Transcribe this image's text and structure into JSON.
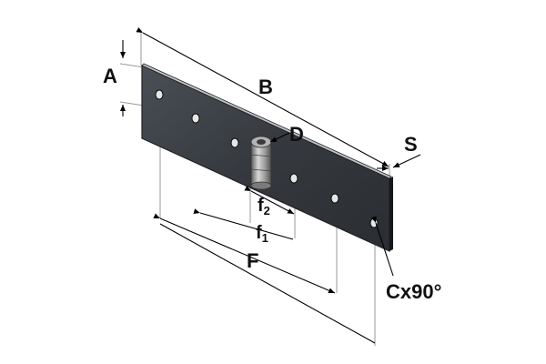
{
  "labels": {
    "A": "A",
    "B": "B",
    "D": "D",
    "S": "S",
    "F": "F",
    "f1_main": "f",
    "f1_sub": "1",
    "f2_main": "f",
    "f2_sub": "2",
    "C": "Cx90°"
  },
  "colors": {
    "plate_top": "#3b3f44",
    "plate_edge": "#1e2124",
    "knuckle": "#8a8a8a",
    "dimension_line": "#000000",
    "extension_line": "#9a9a9a"
  }
}
